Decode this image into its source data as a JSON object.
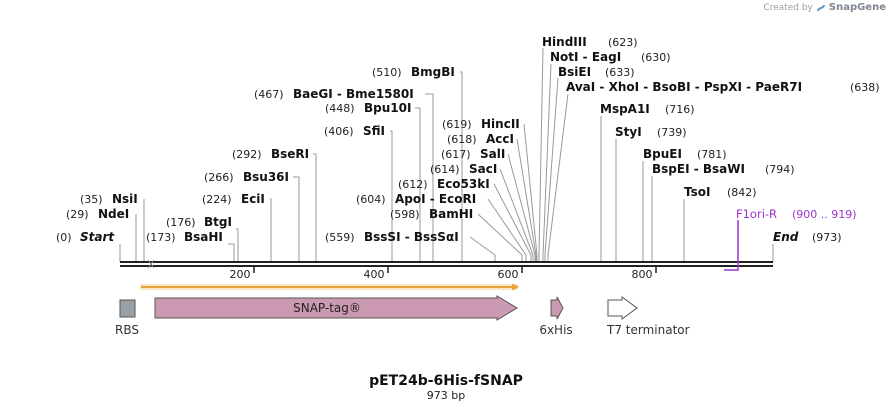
{
  "credit": {
    "prefix": "Created by",
    "brand": "SnapGene"
  },
  "plasmid": {
    "name": "pET24b-6His-fSNAP",
    "length_label": "973 bp"
  },
  "ruler": {
    "ticks": [
      {
        "value": 200,
        "label": "200"
      },
      {
        "value": 400,
        "label": "400"
      },
      {
        "value": 600,
        "label": "600"
      },
      {
        "value": 800,
        "label": "800"
      }
    ]
  },
  "ends": {
    "start": {
      "pos": "(0)",
      "label": "Start"
    },
    "end": {
      "pos": "(973)",
      "label": "End"
    }
  },
  "sites": [
    {
      "name": "NdeI",
      "pos": "(29)"
    },
    {
      "name": "NsiI",
      "pos": "(35)"
    },
    {
      "name": "BsaHI",
      "pos": "(173)"
    },
    {
      "name": "BtgI",
      "pos": "(176)"
    },
    {
      "name": "EciI",
      "pos": "(224)"
    },
    {
      "name": "Bsu36I",
      "pos": "(266)"
    },
    {
      "name": "BseRI",
      "pos": "(292)"
    },
    {
      "name": "SfiI",
      "pos": "(406)"
    },
    {
      "name": "Bpu10I",
      "pos": "(448)"
    },
    {
      "name": "BaeGI - Bme1580I",
      "pos": "(467)"
    },
    {
      "name": "BmgBI",
      "pos": "(510)"
    },
    {
      "name": "BssSI - BssSαI",
      "pos": "(559)"
    },
    {
      "name": "BamHI",
      "pos": "(598)"
    },
    {
      "name": "ApoI - EcoRI",
      "pos": "(604)"
    },
    {
      "name": "Eco53kI",
      "pos": "(612)"
    },
    {
      "name": "SacI",
      "pos": "(614)"
    },
    {
      "name": "SalI",
      "pos": "(617)"
    },
    {
      "name": "AccI",
      "pos": "(618)"
    },
    {
      "name": "HincII",
      "pos": "(619)"
    },
    {
      "name": "HindIII",
      "pos": "(623)"
    },
    {
      "name": "NotI - EagI",
      "pos": "(630)"
    },
    {
      "name": "BsiEI",
      "pos": "(633)"
    },
    {
      "name": "AvaI - XhoI - BsoBI - PspXI - PaeR7I",
      "pos": "(638)"
    },
    {
      "name": "MspA1I",
      "pos": "(716)"
    },
    {
      "name": "StyI",
      "pos": "(739)"
    },
    {
      "name": "BpuEI",
      "pos": "(781)"
    },
    {
      "name": "BspEI - BsaWI",
      "pos": "(794)"
    },
    {
      "name": "TsoI",
      "pos": "(842)"
    }
  ],
  "primer": {
    "name": "F1ori-R",
    "range": "(900 .. 919)"
  },
  "features": [
    {
      "name": "RBS"
    },
    {
      "name": "SNAP-tag®"
    },
    {
      "name": "6xHis"
    },
    {
      "name": "T7 terminator"
    }
  ],
  "colors": {
    "backbone": "#222222",
    "snap_fill": "#cc99b2",
    "rbs_fill": "#99a1a8",
    "t7_fill": "#ffffff",
    "orf_line": "#e8a33a",
    "primer": "#9933cc",
    "label_line": "#999999"
  }
}
